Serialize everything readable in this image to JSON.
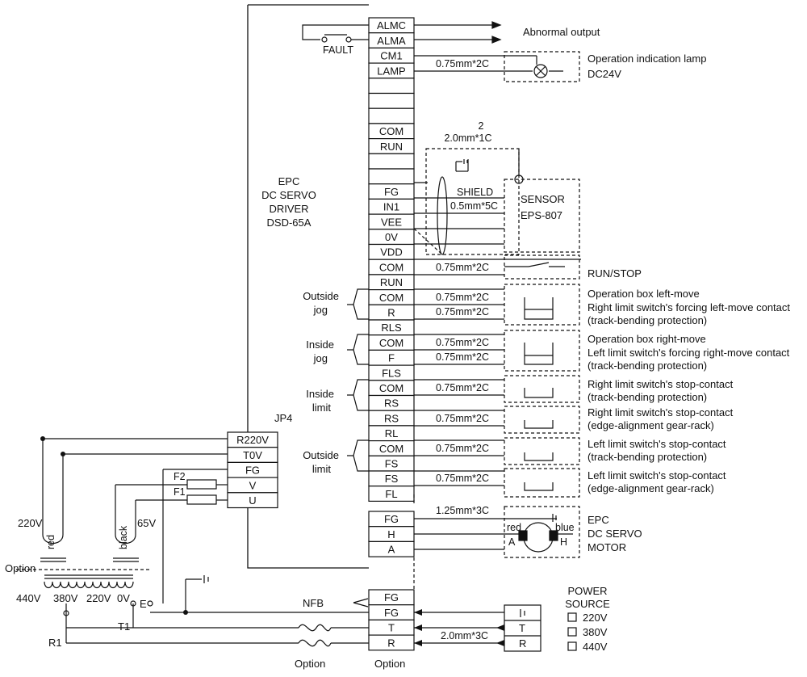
{
  "driver": {
    "brand": "EPC",
    "line2": "DC SERVO",
    "line3": "DRIVER",
    "model": "DSD-65A"
  },
  "terminal_block": [
    "ALMC",
    "ALMA",
    "CM1",
    "LAMP",
    "",
    "",
    "",
    "COM",
    "RUN",
    "",
    "",
    "FG",
    "IN1",
    "VEE",
    "0V",
    "VDD",
    "COM",
    "RUN",
    "COM",
    "R",
    "RLS",
    "COM",
    "F",
    "FLS",
    "COM",
    "RS",
    "RS",
    "RL",
    "COM",
    "FS",
    "FS",
    "FL"
  ],
  "motor_block": [
    "FG",
    "H",
    "A"
  ],
  "power_block": [
    "FG",
    "FG",
    "T",
    "R"
  ],
  "jp4": {
    "label": "JP4",
    "rows": [
      "R220V",
      "T0V",
      "FG",
      "V",
      "U"
    ]
  },
  "labels": {
    "abnormal_output": "Abnormal output",
    "fault": "FAULT",
    "lamp_title": "Operation indication lamp",
    "lamp_voltage": "DC24V",
    "cable_lamp": "0.75mm*2C",
    "sensor_cable_count": "2",
    "sensor_cable": "2.0mm*1C",
    "shield": "SHIELD",
    "sensor_signal_cable": "0.5mm*5C",
    "sensor_name": "SENSOR",
    "sensor_model": "EPS-807",
    "cable_2c": "0.75mm*2C",
    "motor_cable": "1.25mm*3C",
    "power_cable": "2.0mm*3C",
    "run_stop": "RUN/STOP",
    "outside_jog_1": "Outside",
    "outside_jog_2": "jog",
    "inside_jog_1": "Inside",
    "inside_jog_2": "jog",
    "inside_limit_1": "Inside",
    "inside_limit_2": "limit",
    "outside_limit_1": "Outside",
    "outside_limit_2": "limit",
    "left_move_1": "Operation box left-move",
    "left_move_2": "Right limit switch's forcing left-move contact",
    "left_move_3": "(track-bending protection)",
    "right_move_1": "Operation box right-move",
    "right_move_2": "Left limit switch's forcing right-move contact",
    "right_move_3": "(track-bending protection)",
    "rs_stop_1": "Right limit switch's stop-contact",
    "rs_stop_2": "(track-bending protection)",
    "rl_stop_1": "Right limit switch's stop-contact",
    "rl_stop_2": "(edge-alignment gear-rack)",
    "fs_stop_1": "Left limit switch's stop-contact",
    "fs_stop_2": "(track-bending protection)",
    "fl_stop_1": "Left limit switch's stop-contact",
    "fl_stop_2": "(edge-alignment gear-rack)",
    "motor_1": "EPC",
    "motor_2": "DC SERVO",
    "motor_3": "MOTOR",
    "motor_red": "red",
    "motor_blue": "blue",
    "motor_a": "A",
    "motor_h": "H",
    "power_source": "POWER",
    "power_source_2": "SOURCE",
    "volt_220": "220V",
    "volt_380": "380V",
    "volt_440": "440V",
    "ext_t": "T",
    "ext_r": "R",
    "nfb": "NFB",
    "option_left": "Option",
    "option_bottom_1": "Option",
    "option_bottom_2": "Option",
    "tx_220": "220V",
    "tx_65": "65V",
    "tx_red": "red",
    "tx_black": "black",
    "f1": "F1",
    "f2": "F2",
    "t1": "T1",
    "r1": "R1",
    "e": "E",
    "p440": "440V",
    "p380": "380V",
    "p220": "220V",
    "p0": "0V"
  }
}
